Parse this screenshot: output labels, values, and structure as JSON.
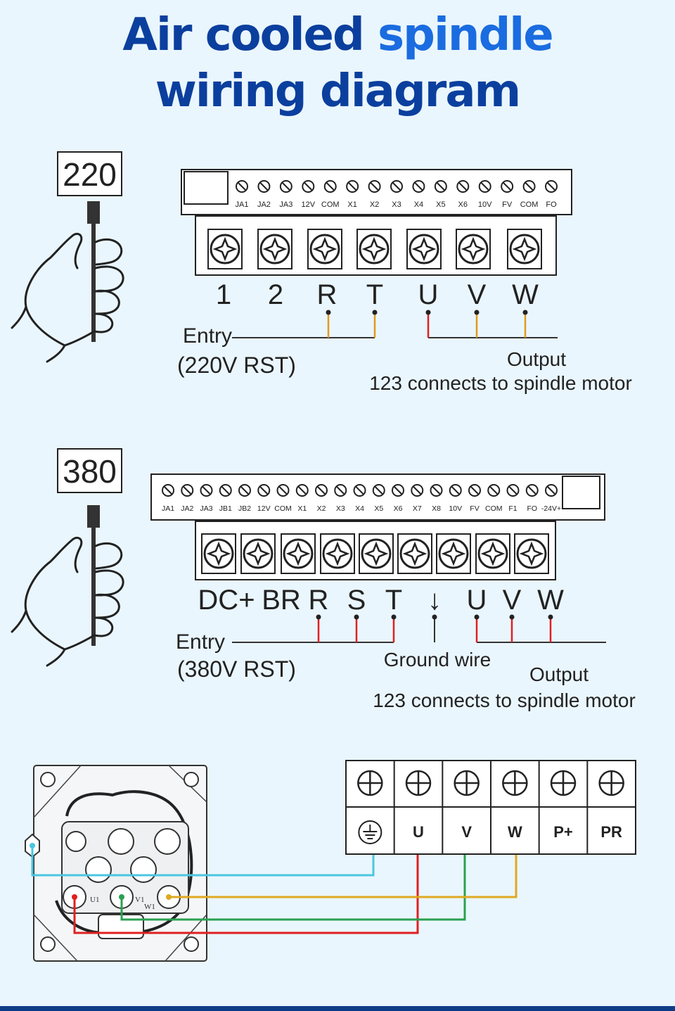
{
  "title": {
    "line1_part1": "Air cooled",
    "line1_part2": "spindle",
    "line2": "wiring diagram"
  },
  "colors": {
    "title_dark": "#0b3f9e",
    "title_light": "#1a6ce0",
    "wire_red": "#e02020",
    "wire_orange": "#e09a20",
    "wire_green": "#2aa050",
    "wire_yellow": "#e0a820",
    "wire_cyan": "#4ac6e0"
  },
  "diagram_220": {
    "voltage_badge": "220",
    "control_terminals": [
      "JA1",
      "JA2",
      "JA3",
      "12V",
      "COM",
      "X1",
      "X2",
      "X3",
      "X4",
      "X5",
      "X6",
      "10V",
      "FV",
      "COM",
      "FO"
    ],
    "power_terminals": [
      "1",
      "2",
      "R",
      "T",
      "U",
      "V",
      "W"
    ],
    "entry_label": "Entry",
    "entry_sub": "(220V RST)",
    "output_label": "Output",
    "output_sub": "123 connects to spindle motor"
  },
  "diagram_380": {
    "voltage_badge": "380",
    "control_terminals": [
      "JA1",
      "JA2",
      "JA3",
      "JB1",
      "JB2",
      "12V",
      "COM",
      "X1",
      "X2",
      "X3",
      "X4",
      "X5",
      "X6",
      "X7",
      "X8",
      "10V",
      "FV",
      "COM",
      "F1",
      "FO",
      "-24V+"
    ],
    "power_terminals": [
      "DC+",
      "BR",
      "R",
      "S",
      "T",
      "↓",
      "U",
      "V",
      "W"
    ],
    "entry_label": "Entry",
    "entry_sub": "(380V RST)",
    "ground_label": "Ground wire",
    "output_label": "Output",
    "output_sub": "123 connects to spindle motor"
  },
  "motor_terminal_block": {
    "labels": [
      "",
      "U",
      "V",
      "W",
      "P+",
      "PR"
    ],
    "motor_pin_labels": [
      "U1",
      "V1",
      "W1"
    ]
  }
}
